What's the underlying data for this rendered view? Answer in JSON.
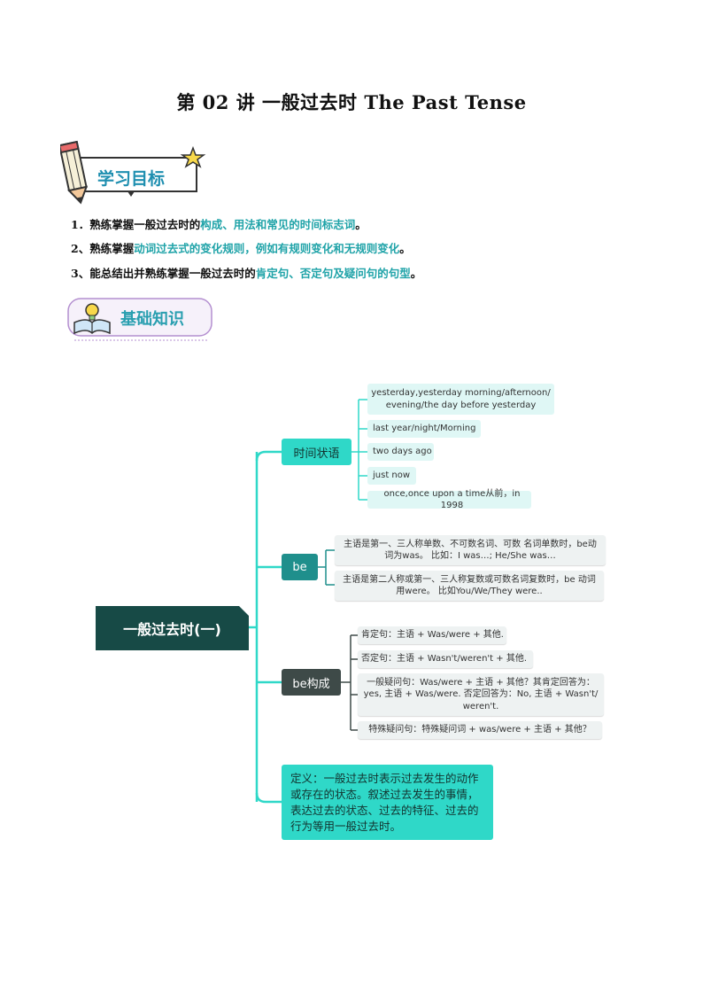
{
  "title": "第 02 讲  一般过去时 The Past Tense",
  "badges": {
    "objectives": "学习目标",
    "knowledge": "基础知识"
  },
  "objectives": [
    {
      "prefix": "1．熟练掌握一般过去时的",
      "highlight": "构成、用法和常见的时间标志词",
      "suffix": "。"
    },
    {
      "prefix": "2、熟练掌握",
      "highlight": "动词过去式的变化规则，例如有规则变化和无规则变化",
      "suffix": "。"
    },
    {
      "prefix": "3、能总结出并熟练掌握一般过去时的",
      "highlight": "肯定句、否定句及疑问句的句型",
      "suffix": "。"
    }
  ],
  "mindmap": {
    "root": "一般过去时(一)",
    "branches": {
      "time": {
        "label": "时间状语",
        "leaves": [
          "yesterday,yesterday morning/afternoon/ evening/the day before yesterday",
          "last year/night/Morning",
          "two days ago",
          "just now",
          "once,once upon a time从前，in 1998"
        ]
      },
      "be": {
        "label": "be",
        "leaves": [
          "主语是第一、三人称单数、不可数名词、可数 名词单数时，be动词为was。 比如：I was…;    He/She was…",
          "主语是第二人称或第一、三人称复数或可数名词复数时，be 动词用were。   比如You/We/They were.."
        ]
      },
      "structure": {
        "label": "be构成",
        "leaves": [
          "肯定句：主语 + Was/were  + 其他.",
          "否定句：主语 +  Wasn't/weren't  + 其他.",
          "一般疑问句：Was/were + 主语 + 其他？其肯定回答为：yes, 主语 + Was/were. 否定回答为：No,  主语 + Wasn't/ weren't.",
          "特殊疑问句：特殊疑问词 + was/were + 主语 + 其他？"
        ]
      },
      "definition": {
        "label": "定义：一般过去时表示过去发生的动作或存在的状态。叙述过去发生的事情，表达过去的状态、过去的特征、过去的行为等用一般过去时。"
      }
    }
  },
  "colors": {
    "teal": "#2fd8c8",
    "dark_teal": "#174a46",
    "mid_teal": "#1f8f8c",
    "dark_grey": "#3e4a48",
    "highlight_text": "#1fa3a8"
  }
}
